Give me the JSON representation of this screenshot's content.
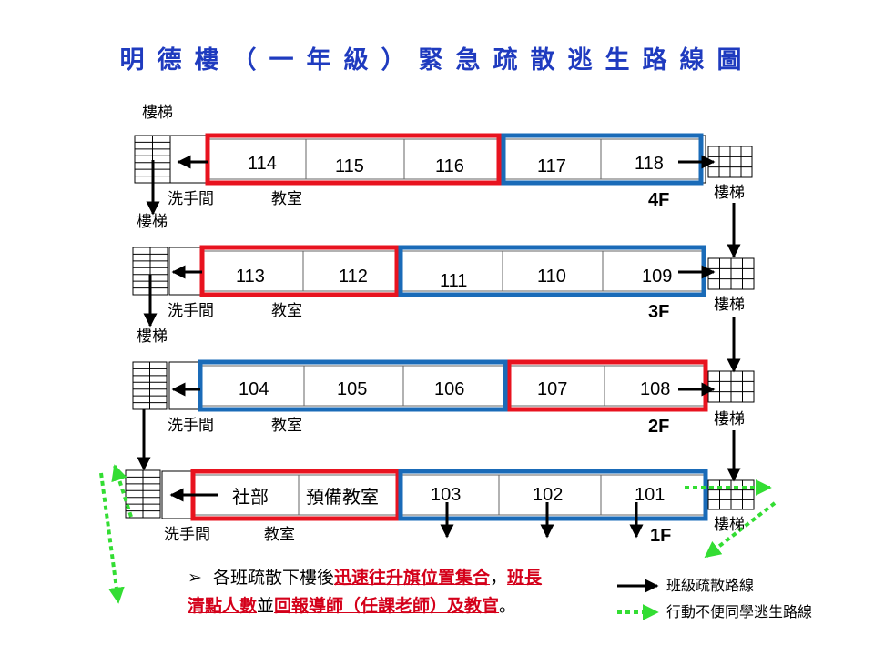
{
  "title": "明德樓（一年級）緊急疏散逃生路線圖",
  "colors": {
    "red_group": "#e8131f",
    "blue_group": "#1a6bb8",
    "title": "#1f3bbf",
    "accessible_route": "#33dd33",
    "highlight": "#d4001a"
  },
  "floors": [
    {
      "label": "4F",
      "rooms": [
        "114",
        "115",
        "116",
        "117",
        "118"
      ],
      "stair_top": "樓梯",
      "stair_right": "樓梯",
      "stair_below": "樓梯",
      "restroom": "洗手間",
      "classroom": "教室"
    },
    {
      "label": "3F",
      "rooms": [
        "113",
        "112",
        "111",
        "110",
        "109"
      ],
      "stair_right": "樓梯",
      "stair_below": "樓梯",
      "restroom": "洗手間",
      "classroom": "教室"
    },
    {
      "label": "2F",
      "rooms": [
        "104",
        "105",
        "106",
        "107",
        "108"
      ],
      "stair_right": "樓梯",
      "restroom": "洗手間",
      "classroom": "教室"
    },
    {
      "label": "1F",
      "rooms": [
        "社部",
        "預備教室",
        "103",
        "102",
        "101"
      ],
      "stair_right": "樓梯",
      "restroom": "洗手間",
      "classroom": "教室"
    }
  ],
  "note": {
    "bullet": "➢",
    "p1": "各班疏散下樓後",
    "h1": "迅速往升旗位置集合",
    "p2": "，",
    "h2": "班長清點人數",
    "p3": "並",
    "h3": "回報導師（任課老師）及教官",
    "p4": "。"
  },
  "legend": {
    "solid": "班級疏散路線",
    "dotted": "行動不便同學逃生路線"
  }
}
